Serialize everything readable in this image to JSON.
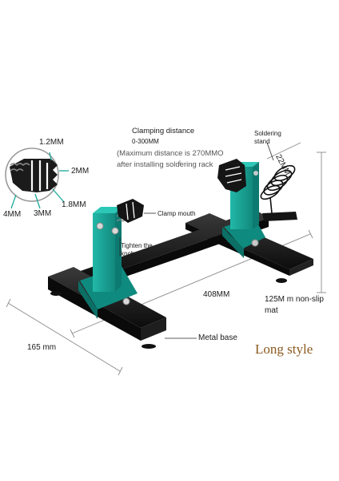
{
  "colors": {
    "accent_teal": "#1aa89a",
    "metal_black": "#141414",
    "dimension_line": "#8a8a8a",
    "brand_text": "#8a5a1e"
  },
  "labels": {
    "gap_1_2": "1.2MM",
    "gap_2": "2MM",
    "gap_1_8": "1.8MM",
    "gap_4": "4MM",
    "gap_3": "3MM",
    "clamping_title": "Clamping distance",
    "clamping_range": "0-300MM",
    "max_distance_line1": "(Maximum distance is 270MMO",
    "max_distance_line2": "after installing soldering rack",
    "soldering_stand_line1": "Soldering",
    "soldering_stand_line2": "stand",
    "spring_size": "22MM",
    "clamp_mouth": "Clamp mouth",
    "tighten_line1": "Tighten the",
    "tighten_line2": "knob",
    "length": "408MM",
    "mat_line1": "125M m non-slip",
    "mat_line2": "mat",
    "width": "165 mm",
    "metal_base": "Metal base",
    "style": "Long style"
  }
}
